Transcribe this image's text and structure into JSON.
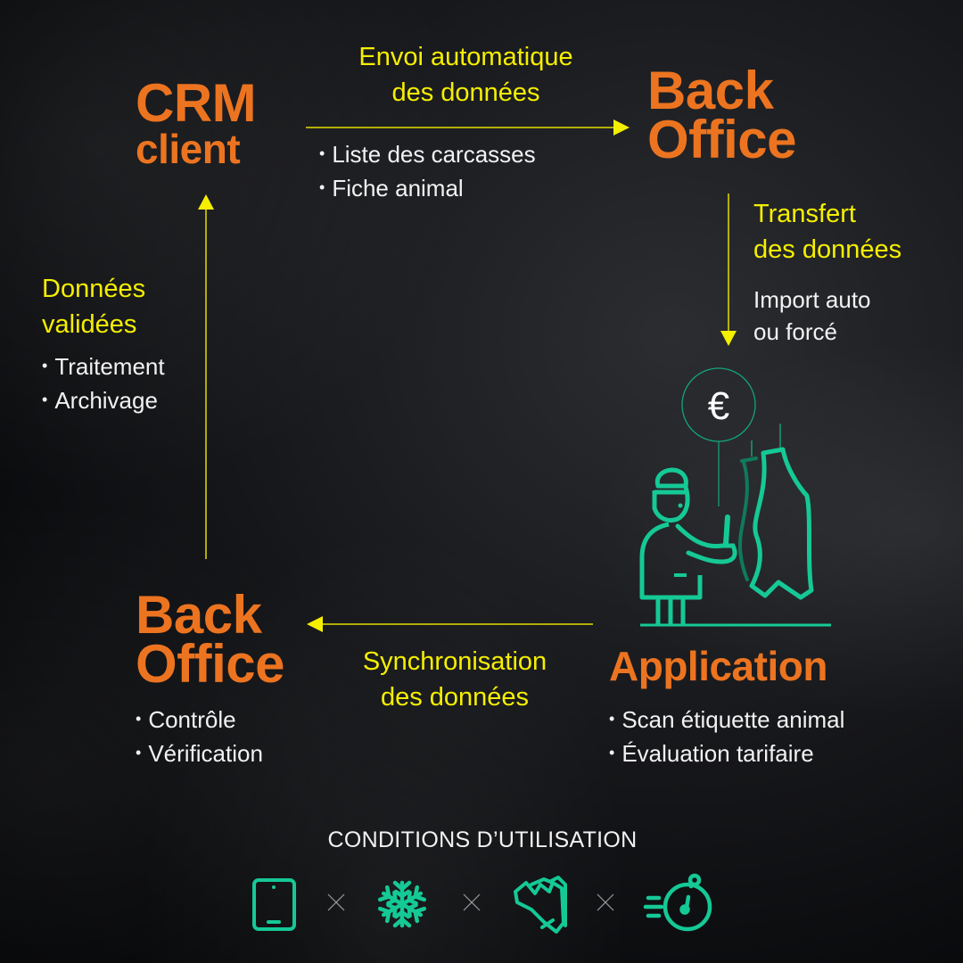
{
  "nodes": {
    "crm": {
      "line1": "CRM",
      "line2": "client"
    },
    "backoffice_top": {
      "line1": "Back",
      "line2": "Office"
    },
    "application": {
      "title": "Application",
      "bullets": [
        "Scan étiquette animal",
        "Évaluation tarifaire"
      ]
    },
    "backoffice_bottom": {
      "line1": "Back",
      "line2": "Office",
      "bullets": [
        "Contrôle",
        "Vérification"
      ]
    }
  },
  "flows": {
    "crm_to_backoffice": {
      "label_line1": "Envoi automatique",
      "label_line2": "des données",
      "bullets": [
        "Liste des carcasses",
        "Fiche animal"
      ]
    },
    "backoffice_to_app": {
      "label_line1": "Transfert",
      "label_line2": "des données",
      "note_line1": "Import auto",
      "note_line2": "ou forcé"
    },
    "app_to_backoffice": {
      "label_line1": "Synchronisation",
      "label_line2": "des données"
    },
    "backoffice_to_crm": {
      "label_line1": "Données",
      "label_line2": "validées",
      "bullets": [
        "Traitement",
        "Archivage"
      ]
    }
  },
  "illustration": {
    "currency_symbol": "€",
    "icon": "butcher-with-carcass-icon"
  },
  "conditions": {
    "title": "CONDITIONS D’UTILISATION",
    "separator": "×",
    "icons": [
      "tablet-icon",
      "snowflake-icon",
      "gloves-icon",
      "stopwatch-icon"
    ]
  },
  "colors": {
    "orange": "#ec7420",
    "yellow": "#f5ef00",
    "green": "#15c996",
    "white": "#f2f2f2"
  }
}
